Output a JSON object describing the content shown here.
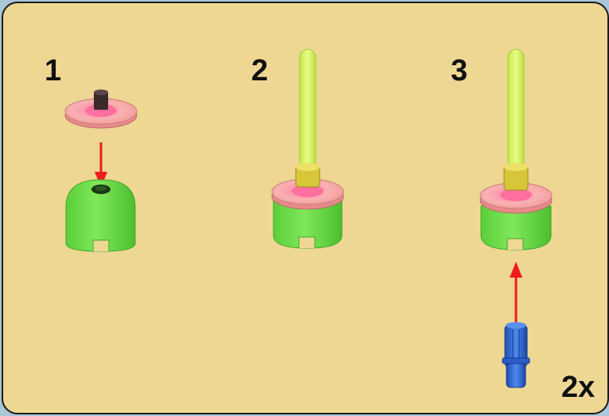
{
  "steps": [
    {
      "number": "1"
    },
    {
      "number": "2"
    },
    {
      "number": "3",
      "quantity": "2x"
    }
  ],
  "colors": {
    "background": "#edd793",
    "frame": "#a9c7d9",
    "dome_green": "#6edb4a",
    "disc_pink": "#f5a2a2",
    "rod_yellow_green": "#d6f55a",
    "pin_blue": "#2e66d6",
    "arrow_red": "#ee1c1c"
  },
  "parts": [
    "pink-disc-icon",
    "green-dome-brick-icon",
    "yellow-green-rod-icon",
    "blue-axle-pin-icon"
  ]
}
